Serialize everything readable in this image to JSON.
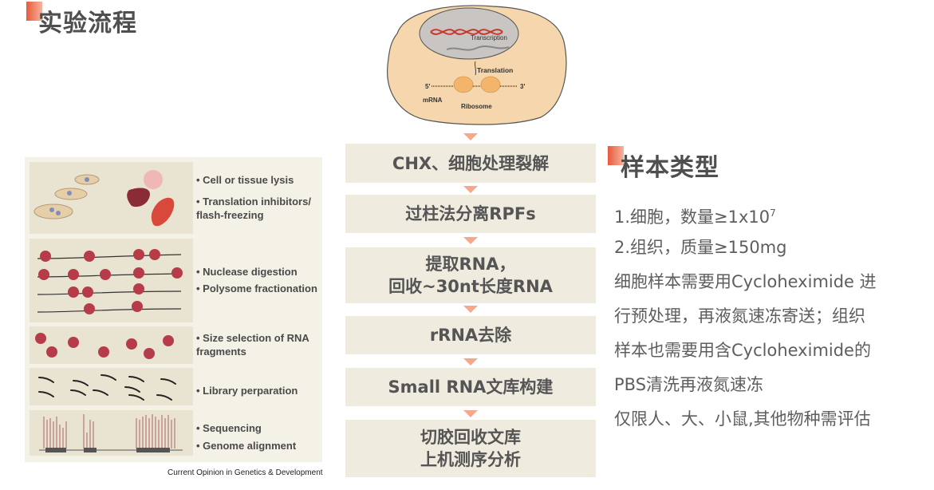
{
  "titles": {
    "workflow": "实验流程",
    "sample_types": "样本类型"
  },
  "cell_illustration": {
    "transcription": "Transcription",
    "translation": "Translation",
    "five_prime": "5'",
    "three_prime": "3'",
    "mrna": "mRNA",
    "ribosome": "Ribosome"
  },
  "figure": {
    "rows": [
      {
        "labels": [
          "• Cell or tissue lysis",
          "• Translation inhibitors/\nflash-freezing"
        ]
      },
      {
        "labels": [
          "• Nuclease digestion",
          "• Polysome fractionation"
        ]
      },
      {
        "labels": [
          "• Size selection of RNA\nfragments"
        ]
      },
      {
        "labels": [
          "• Library perparation"
        ]
      },
      {
        "labels": [
          "• Sequencing",
          "• Genome alignment"
        ]
      }
    ],
    "caption": "Current Opinion in Genetics & Development"
  },
  "flow": {
    "steps": [
      "CHX、细胞处理裂解",
      "过柱法分离RPFs",
      "提取RNA，\n回收~30nt长度RNA",
      "rRNA去除",
      "Small RNA文库构建",
      "切胶回收文库\n上机测序分析"
    ],
    "colors": {
      "box": "#efebdf",
      "arrow": "#f6a88c",
      "accent": "#e8593b"
    }
  },
  "samples": {
    "line1_prefix": "1.细胞，数量≥1x10",
    "line1_exp": "7",
    "line2": "2.组织，质量≥150mg",
    "line3": "细胞样本需要用Cycloheximide 进",
    "line4": "行预处理，再液氮速冻寄送；组织",
    "line5": "样本也需要用含Cycloheximide的",
    "line6": "PBS清洗再液氮速冻",
    "line7": "仅限人、大、小鼠,其他物种需评估"
  }
}
